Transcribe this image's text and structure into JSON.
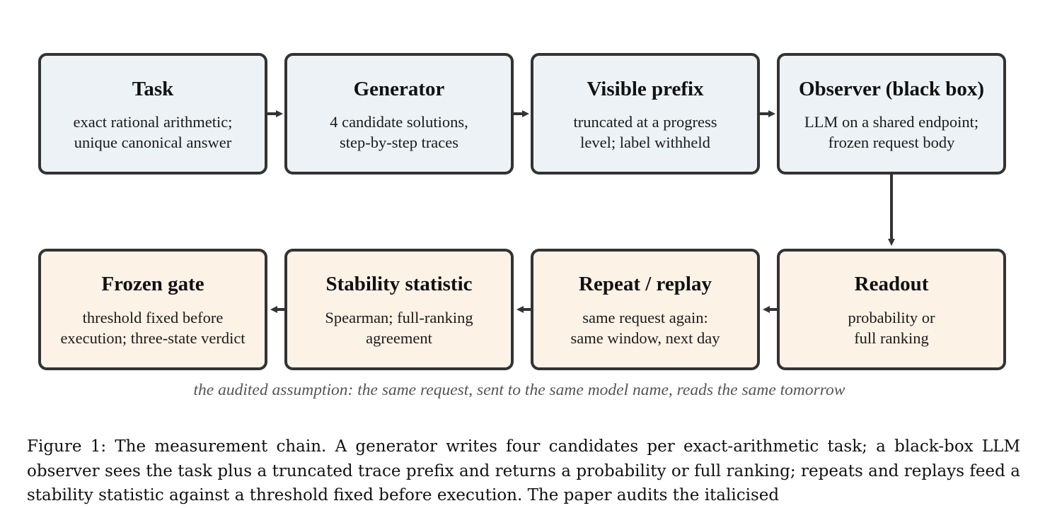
{
  "boxes_row1": [
    {
      "title": "Task",
      "lines": [
        "exact rational arithmetic;",
        "unique canonical answer"
      ]
    },
    {
      "title": "Generator",
      "lines": [
        "4 candidate solutions,",
        "step-by-step traces"
      ]
    },
    {
      "title": "Visible prefix",
      "lines": [
        "truncated at a progress",
        "level; label withheld"
      ]
    },
    {
      "title": "Observer (black box)",
      "lines": [
        "LLM on a shared endpoint;",
        "frozen request body"
      ]
    }
  ],
  "boxes_row2": [
    {
      "title": "Frozen gate",
      "lines": [
        "threshold fixed before",
        "execution; three-state verdict"
      ]
    },
    {
      "title": "Stability statistic",
      "lines": [
        "Spearman; full-ranking",
        "agreement"
      ]
    },
    {
      "title": "Repeat / replay",
      "lines": [
        "same request again:",
        "same window, next day"
      ]
    },
    {
      "title": "Readout",
      "lines": [
        "probability or",
        "full ranking"
      ]
    }
  ],
  "assumption_caption": "the audited assumption: the same request, sent to the same model name, reads the same tomorrow",
  "figure_caption": "Figure 1: The measurement chain. A generator writes four candidates per exact-arithmetic task; a black-box LLM observer sees the task plus a truncated trace prefix and returns a probability or full ranking; repeats and replays feed a stability statistic against a threshold fixed before execution. The paper audits the italicised",
  "colors": {
    "row1_fill": "#edf2f6",
    "row2_fill": "#fcf2e6",
    "stroke": "#333333"
  }
}
